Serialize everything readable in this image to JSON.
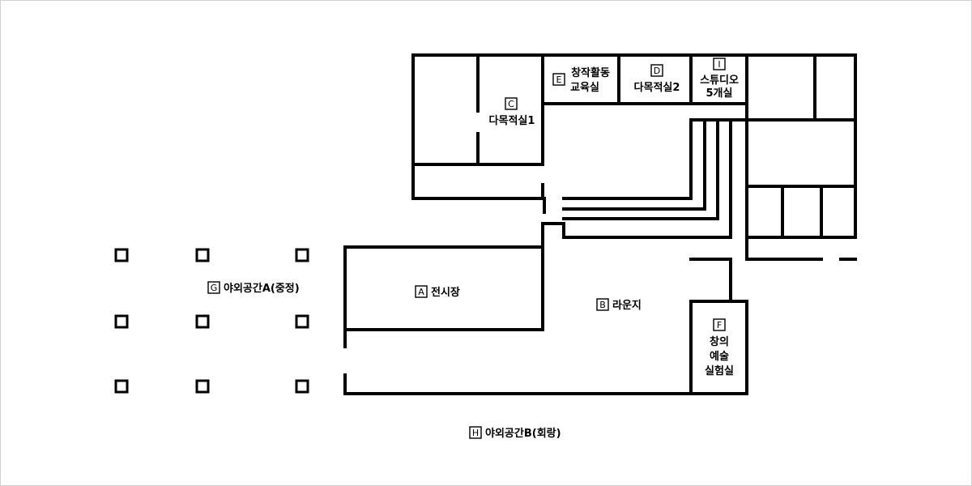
{
  "colors": {
    "wall": "#000000",
    "background": "#ffffff",
    "frame": "#d0d0d0"
  },
  "rooms": {
    "A": {
      "letter": "A",
      "name": "전시장"
    },
    "B": {
      "letter": "B",
      "name": "라운지"
    },
    "C": {
      "letter": "C",
      "name": "다목적실1"
    },
    "D": {
      "letter": "D",
      "name": "다목적실2"
    },
    "E": {
      "letter": "E",
      "line1": "창작활동",
      "line2": "교육실"
    },
    "F": {
      "letter": "F",
      "line1": "창의",
      "line2": "예술",
      "line3": "실험실"
    },
    "G": {
      "letter": "G",
      "name": "야외공간A(중정)"
    },
    "H": {
      "letter": "H",
      "name": "야외공간B(회랑)"
    },
    "I": {
      "letter": "I",
      "line1": "스튜디오",
      "line2": "5개실"
    }
  }
}
